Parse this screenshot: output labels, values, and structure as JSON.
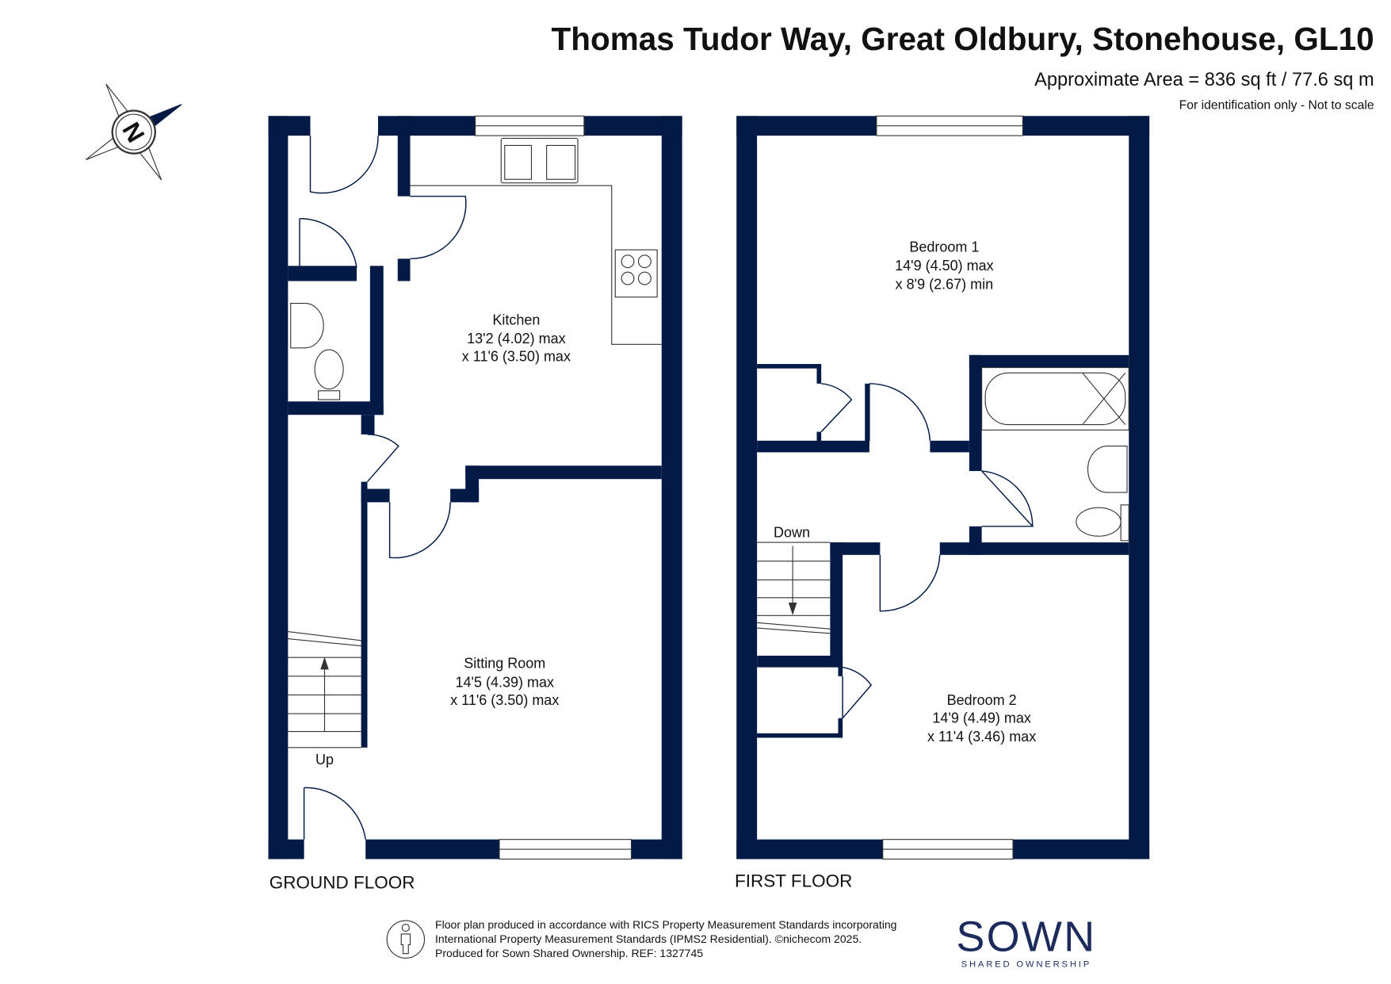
{
  "header": {
    "title": "Thomas Tudor Way, Great Oldbury, Stonehouse, GL10",
    "area": "Approximate Area = 836 sq ft / 77.6 sq m",
    "note": "For identification only - Not to scale"
  },
  "compass": {
    "letter": "N"
  },
  "ground_floor": {
    "label": "GROUND FLOOR",
    "rooms": [
      {
        "name": "Kitchen",
        "dim1": "13'2 (4.02) max",
        "dim2": "x 11'6 (3.50) max"
      },
      {
        "name": "Sitting Room",
        "dim1": "14'5 (4.39) max",
        "dim2": "x 11'6 (3.50) max"
      }
    ],
    "stairs_label": "Up"
  },
  "first_floor": {
    "label": "FIRST FLOOR",
    "rooms": [
      {
        "name": "Bedroom 1",
        "dim1": "14'9 (4.50) max",
        "dim2": "x 8'9 (2.67) min"
      },
      {
        "name": "Bedroom 2",
        "dim1": "14'9 (4.49) max",
        "dim2": "x 11'4 (3.46) max"
      }
    ],
    "stairs_label": "Down"
  },
  "footer": {
    "line1": "Floor plan produced in accordance with RICS Property Measurement Standards incorporating",
    "line2": "International Property Measurement Standards (IPMS2 Residential).   ©nichecom 2025.",
    "line3": "Produced for Sown Shared Ownership.   REF:  1327745",
    "brand": "SOWN",
    "brand_sub": "SHARED OWNERSHIP"
  },
  "colors": {
    "wall": "#021a45",
    "brand": "#1c2a5c"
  }
}
